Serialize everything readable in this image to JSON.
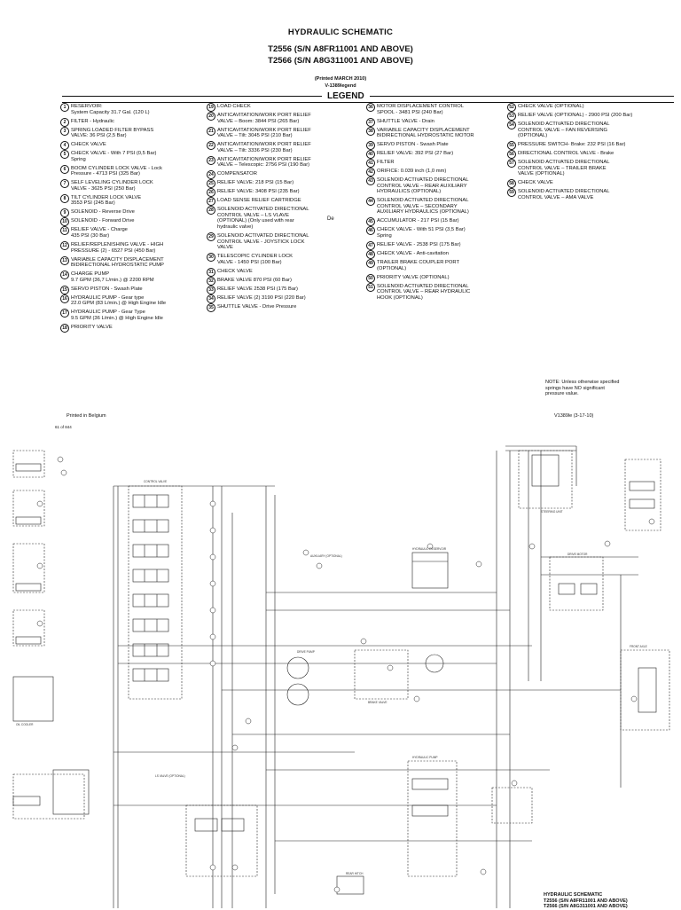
{
  "header": {
    "title": "HYDRAULIC SCHEMATIC",
    "model1": "T2556 (S/N A8FR11001 AND ABOVE)",
    "model2": "T2566 (S/N A8G311001 AND ABOVE)",
    "printed": "(Printed MARCH 2010)",
    "vcode": "V-1389legend",
    "legend_title": "LEGEND"
  },
  "legend": {
    "col1": [
      {
        "n": "1",
        "t": "RESERVOIR:\n  System Capacity   31.7 Gal. (120 L)"
      },
      {
        "n": "2",
        "t": "FILTER - Hydraulic"
      },
      {
        "n": "3",
        "t": "SPRING LOADED FILTER BYPASS\n  VALVE:              36 PSI (2,5 Bar)"
      },
      {
        "n": "4",
        "t": "CHECK VALVE"
      },
      {
        "n": "5",
        "t": " CHECK VALVE - With 7 PSI (0,5 Bar)\n  Spring"
      },
      {
        "n": "6",
        "t": "BOOM CYLINDER LOCK VALVE - Lock\nPressure - 4713 PSI (325 Bar)"
      },
      {
        "n": "7",
        "t": "SELF LEVELING CYLINDER LOCK\nVALVE  -      3625 PSI (250 Bar)"
      },
      {
        "n": "8",
        "t": "TILT CYLINDER LOCK VALVE\n                 3553 PSI (245 Bar)"
      },
      {
        "n": "9",
        "t": "SOLENOID - Reverse Drive"
      },
      {
        "n": "10",
        "t": "SOLENOID - Forward Drive"
      },
      {
        "n": "11",
        "t": "RELIEF VALVE - Charge\n  435 PSI (30 Bar)"
      },
      {
        "n": "12",
        "t": "RELIEF/REPLENISHING VALVE - HIGH\nPRESSURE (2) - 6527 PSI (450 Bar)"
      },
      {
        "n": "13",
        "t": "VARIABLE CAPACITY DISPLACEMENT\nBIDIRECTIONAL HYDROSTATIC PUMP"
      },
      {
        "n": "14",
        "t": "CHARGE PUMP\n     9.7 GPM (36,7 L/min.) @ 2200 RPM"
      },
      {
        "n": "15",
        "t": "SERVO PISTON - Swash Plate"
      },
      {
        "n": "16",
        "t": "HYDRAULIC PUMP - Gear type\n 22.0 GPM (83 L/min.) @ High Engine Idle"
      },
      {
        "n": "17",
        "t": "HYDRAULIC PUMP - Gear Type\n  9.5 GPM (36 L/min.) @ High Engine Idle"
      },
      {
        "n": "18",
        "t": "PRIORITY VALVE"
      }
    ],
    "col2": [
      {
        "n": "19",
        "t": "LOAD CHECK"
      },
      {
        "n": "20",
        "t": "ANTICAVITATION/WORK PORT RELIEF\nVALVE – Boom:    3844 PSI (265 Bar)"
      },
      {
        "n": "21",
        "t": "ANTICAVITATION/WORK PORT RELIEF\nVALVE – Tilt:       3045 PSI (210 Bar)"
      },
      {
        "n": "22",
        "t": "ANTICAVITATION/WORK PORT RELIEF\nVALVE – Tilt:       3336 PSI (230 Bar)"
      },
      {
        "n": "23",
        "t": "ANTICAVITATION/WORK PORT RELIEF\nVALVE – Telescopic:  2756 PSI (190 Bar)"
      },
      {
        "n": "24",
        "t": "COMPENSATOR"
      },
      {
        "n": "25",
        "t": "RELIEF VALVE:         218 PSI (15 Bar)"
      },
      {
        "n": "26",
        "t": "RELIEF VALVE:         3408 PSI (235 Bar)"
      },
      {
        "n": "27",
        "t": "LOAD SENSE RELIEF CARTRIDGE"
      },
      {
        "n": "28",
        "t": "SOLENOID ACTIVATED DIRECTIONAL\nCONTROL VALVE – LS VLAVE\n(OPTIONAL) (Only used with rear\nhydraulic valve)"
      },
      {
        "n": "29",
        "t": "SOLENOID ACTIVATED DIRECTIONAL\nCONTROL VALVE - JOYSTICK LOCK\nVALVE"
      },
      {
        "n": "30",
        "t": "TELESCOPIC CYLINDER LOCK\nVALVE    -        1450 PSI (100 Bar)"
      },
      {
        "n": "31",
        "t": "CHECK VALVE"
      },
      {
        "n": "32",
        "t": "BRAKE VALVE          870 PSI (60 Bar)"
      },
      {
        "n": "33",
        "t": "RELIEF VALVE        2538 PSI (175 Bar)"
      },
      {
        "n": "34",
        "t": "RELIEF VALVE (2) 3190 PSI (220 Bar)"
      },
      {
        "n": "35",
        "t": "SHUTTLE VALVE - Drive Pressure"
      }
    ],
    "col3": [
      {
        "n": "36",
        "t": "MOTOR DISPLACEMENT CONTROL\nSPOOL -                   3481 PSI (240 Bar)"
      },
      {
        "n": "37",
        "t": "SHUTTLE VALVE - Drain"
      },
      {
        "n": "38",
        "t": "VARIABLE CAPACITY DISPLACEMENT\nBIDIRECTIONAL HYDROSTATIC MOTOR"
      },
      {
        "n": "39",
        "t": "SERVO PISTON - Swash Plate"
      },
      {
        "n": "40",
        "t": "RELIEF VALVE:          392 PSI (27 Bar)"
      },
      {
        "n": "41",
        "t": "FILTER"
      },
      {
        "n": "42",
        "t": "ORIFICE:       0.039 inch (1,0 mm)"
      },
      {
        "n": "43",
        "t": "SOLENOID ACTIVATED DIRECTIONAL\nCONTROL VALVE – REAR AUXILIARY\nHYDRAULICS (OPTIONAL)"
      },
      {
        "n": "44",
        "t": "SOLENOID ACTIVATED DIRECTIONAL\nCONTROL VALVE – SECONDARY\nAUXILIARY HYDRAULICS (OPTIONAL)"
      },
      {
        "n": "45",
        "t": "ACCUMULATOR - 217 PSI (15 Bar)"
      },
      {
        "n": "46",
        "t": "CHECK VALVE - With 51 PSI (3,5 Bar)\n  Spring"
      },
      {
        "n": "47",
        "t": "RELIEF VALVE  -    2538 PSI (175 Bar)"
      },
      {
        "n": "48",
        "t": "CHECK VALVE - Anti-cavitation"
      },
      {
        "n": "49",
        "t": "TRAILER BRAKE COUPLER PORT\n(OPTIONAL)"
      },
      {
        "n": "50",
        "t": "PRIORITY VALVE (OPTIONAL)"
      },
      {
        "n": "51",
        "t": "SOLENOID ACTIVATED DIRECTIONAL\nCONTROL VALVE – REAR HYDRAULIC\nHOOK (OPTIONAL)"
      }
    ],
    "col4": [
      {
        "n": "52",
        "t": "CHECK VALVE (OPTIONAL)"
      },
      {
        "n": "53",
        "t": "RELIEF VALVE (OPTIONAL) - 2900 PSI (200 Bar)"
      },
      {
        "n": "54",
        "t": "SOLENOID ACTIVATED DIRECTIONAL\nCONTROL VALVE – FAN REVERSING\n(OPTIONAL)"
      },
      {
        "n": "55",
        "t": "PRESSURE SWITCH- Brake: 232 PSI (16 Bar)"
      },
      {
        "n": "56",
        "t": "DIRECTIONAL CONTROL VALVE - Brake"
      },
      {
        "n": "57",
        "t": "SOLENOID ACTIVATED DIRECTIONAL\nCONTROL VALVE – TRAILER BRAKE\nVALVE (OPTIONAL)"
      },
      {
        "n": "58",
        "t": "CHECK VALVE"
      },
      {
        "n": "59",
        "t": "SOLENOID ACTIVATED DIRECTIONAL\nCONTROL VALVE – AMA VALVE"
      }
    ]
  },
  "stray_text": "De",
  "note": "NOTE: Unless otherwise specified\n           springs have NO significant\n           pressure value.",
  "footer": {
    "printed_in": "Printed in Belgium",
    "vdate": "V1389le (3-17-10)",
    "page": "61 of 844"
  },
  "schematic_labels": {
    "control_valve": "CONTROL VALVE",
    "hydraulic_reservoir": "HYDRAULIC RESERVOIR",
    "drive_pump": "DRIVE PUMP",
    "drive_motor": "DRIVE MOTOR",
    "front_axle": "FRONT AXLE",
    "steering_unit": "STEERING UNIT",
    "brake_valve": "BRAKE VALVE",
    "oil_cooler": "OIL COOLER",
    "aux_optional": "AUXILIARY (OPTIONAL)",
    "ls_valve": "LS VALVE (OPTIONAL)",
    "rear_hitch": "REAR HITCH",
    "hydraulic_pump": "HYDRAULIC PUMP"
  },
  "bottom_title": {
    "l1": "HYDRAULIC SCHEMATIC",
    "l2": "T2556 (S/N A8FR11001 AND ABOVE)",
    "l3": "T2566 (S/N A8G311001 AND ABOVE)"
  }
}
